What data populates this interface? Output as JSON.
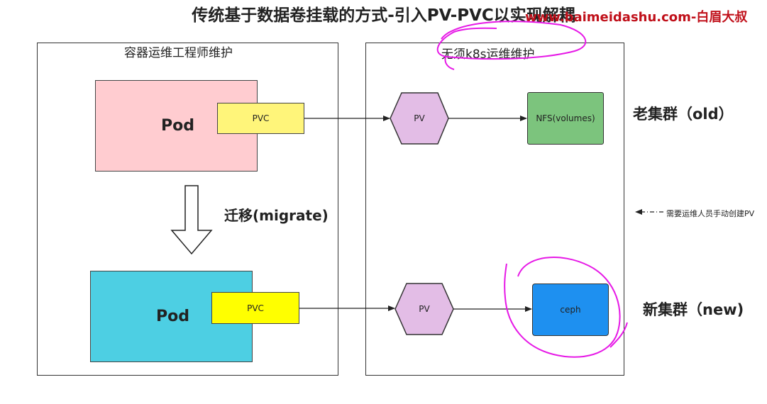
{
  "title": "传统基于数据卷挂载的方式-引入PV-PVC以实现解耦",
  "watermark": "www.baimeidashu.com-白眉大叔",
  "left_panel": {
    "label": "容器运维工程师维护",
    "old_pod": {
      "label": "Pod",
      "pvc_label": "PVC"
    },
    "new_pod": {
      "label": "Pod",
      "pvc_label": "PVC"
    },
    "migrate_label": "迁移(migrate)"
  },
  "right_panel": {
    "label": "无须k8s运维维护",
    "old_pv_label": "PV",
    "new_pv_label": "PV",
    "nfs_label": "NFS(volumes)",
    "ceph_label": "ceph"
  },
  "old_cluster_label": "老集群（old）",
  "new_cluster_label": "新集群（new)",
  "note": "需要运维人员手动创建PV",
  "colors": {
    "old_pod": "#ffccd0",
    "new_pod": "#4dcfe3",
    "old_pvc": "#fff57a",
    "new_pvc": "#ffff00",
    "pv": "#e3bde6",
    "nfs": "#7cc47d",
    "ceph": "#1e90f0",
    "annotation": "#e619e6"
  }
}
